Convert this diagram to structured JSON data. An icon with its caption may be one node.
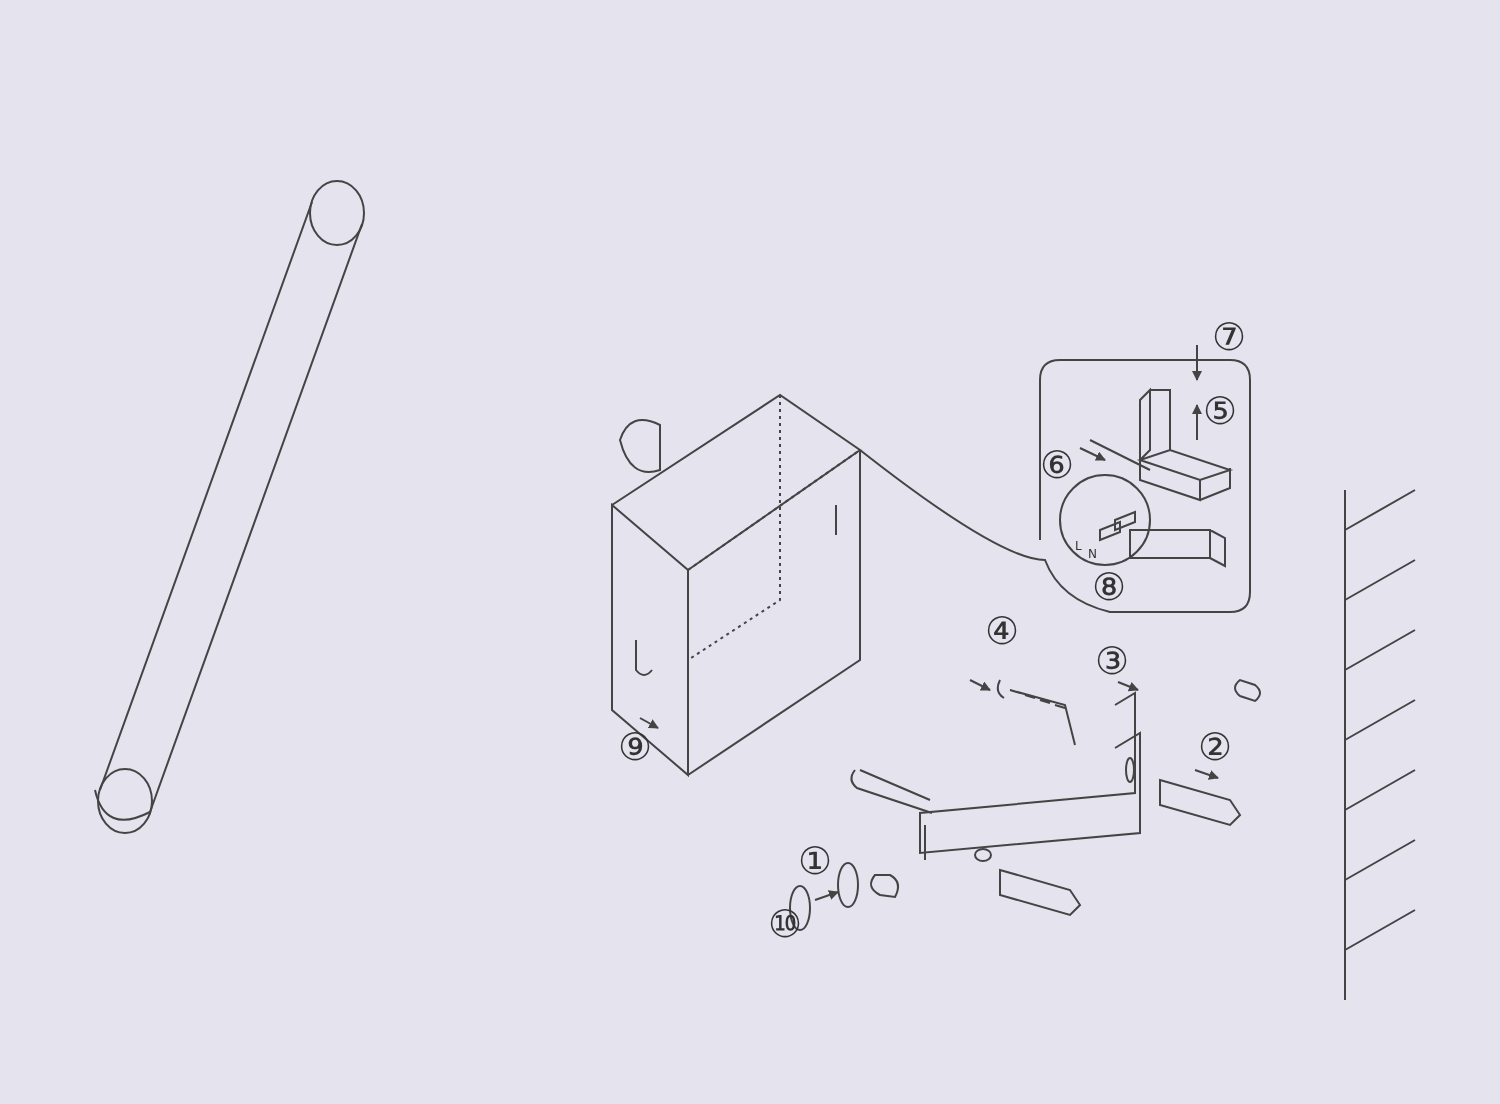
{
  "diagram": {
    "labels": [
      "⑦",
      "⑤",
      "⑥",
      "L",
      "N",
      "⑧",
      "④",
      "③",
      "②",
      "⑨",
      "①",
      "⑩"
    ]
  }
}
